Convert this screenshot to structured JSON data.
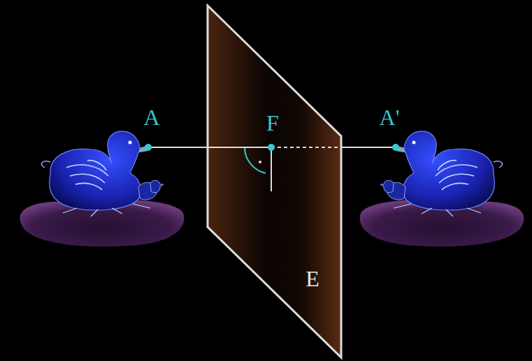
{
  "diagram": {
    "labels": [
      "A",
      "F",
      "A'",
      "E"
    ]
  }
}
